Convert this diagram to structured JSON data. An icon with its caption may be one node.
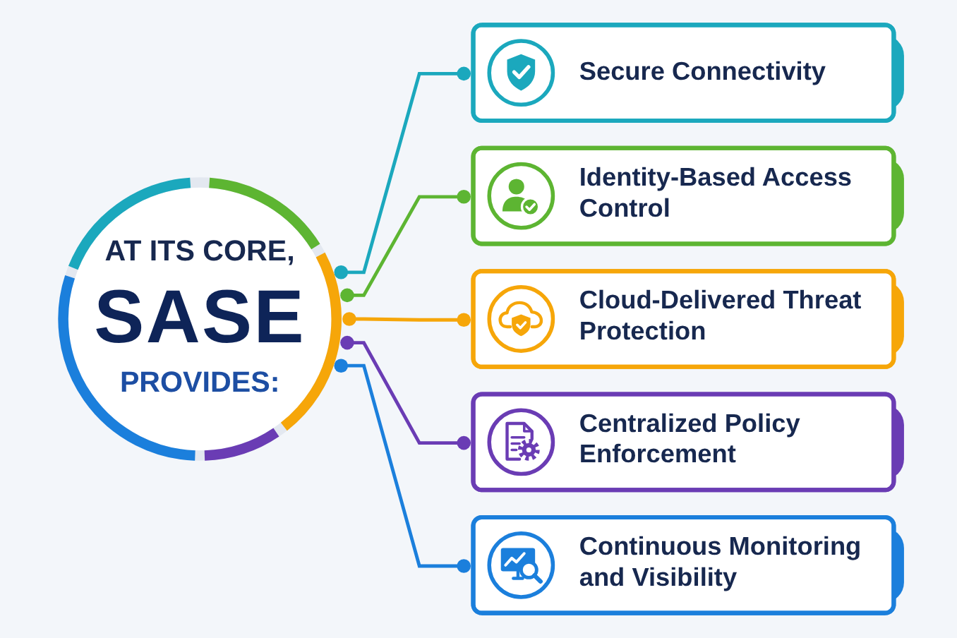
{
  "diagram": {
    "nodes": [
      {
        "text": [
          "AT ITS CORE,",
          "SASE",
          "PROVIDES:"
        ]
      },
      {
        "text": [
          "Secure Connectivity"
        ]
      },
      {
        "text": [
          "Identity-Based Access Control"
        ]
      },
      {
        "text": [
          "Cloud-Delivered Threat Protection"
        ]
      },
      {
        "text": [
          "Centralized Policy Enforcement"
        ]
      },
      {
        "text": [
          "Continuous Monitoring and Visibility"
        ]
      }
    ],
    "edges": [
      {
        "from": 0,
        "to": 1,
        "arrow": "other",
        "color": "#1ba8bd"
      },
      {
        "from": 0,
        "to": 2,
        "arrow": "other",
        "color": "#5db532"
      },
      {
        "from": 0,
        "to": 3,
        "arrow": "other",
        "color": "#f6a609"
      },
      {
        "from": 0,
        "to": 4,
        "arrow": "other",
        "color": "#6a3cb4"
      },
      {
        "from": 0,
        "to": 5,
        "arrow": "other",
        "color": "#1b7fdc"
      }
    ]
  }
}
